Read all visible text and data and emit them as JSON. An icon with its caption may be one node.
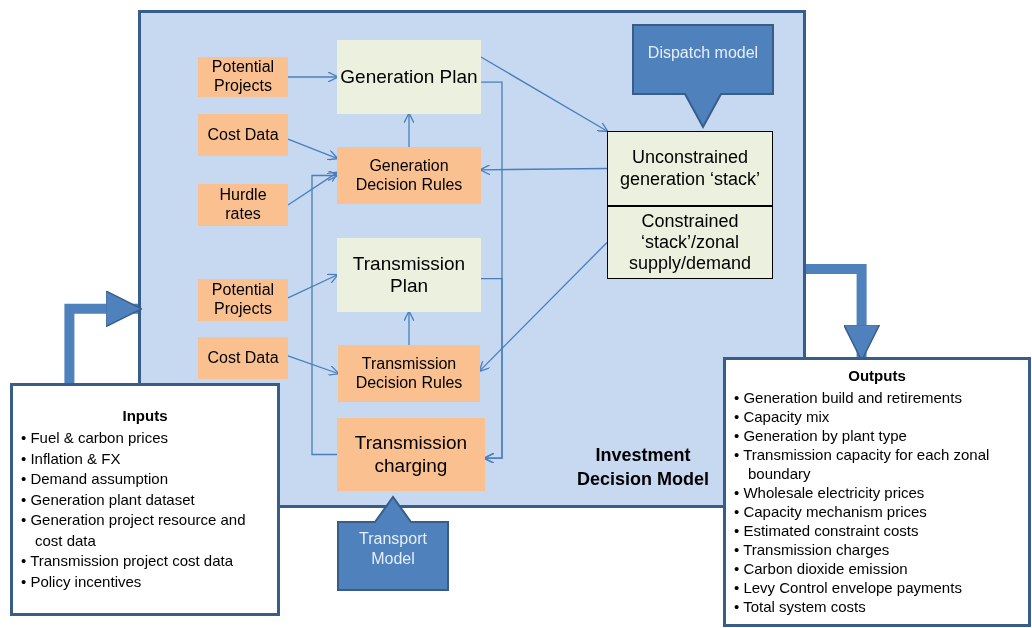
{
  "diagram": {
    "nodes": [
      {
        "text": [
          "Investment Decision Model"
        ]
      },
      {
        "text": [
          "Potential Projects"
        ],
        "in": 0
      },
      {
        "text": [
          "Cost Data"
        ],
        "in": 0
      },
      {
        "text": [
          "Hurdle rates"
        ],
        "in": 0
      },
      {
        "text": [
          "Generation Plan"
        ],
        "in": 0
      },
      {
        "text": [
          "Generation Decision Rules"
        ],
        "in": 0
      },
      {
        "text": [
          "Potential Projects"
        ],
        "in": 0
      },
      {
        "text": [
          "Cost Data"
        ],
        "in": 0
      },
      {
        "text": [
          "Transmission Plan"
        ],
        "in": 0
      },
      {
        "text": [
          "Transmission Decision Rules"
        ],
        "in": 0
      },
      {
        "text": [
          "Transmission charging"
        ],
        "in": 0
      },
      {
        "text": [
          "Dispatch model"
        ],
        "in": 0
      },
      {
        "text": [
          "Unconstrained generation ‘stack’"
        ],
        "in": 0
      },
      {
        "text": [
          "Constrained ‘stack’/zonal supply/demand"
        ],
        "in": 0
      },
      {
        "text": [
          "Transport Model"
        ]
      },
      {
        "text": [
          "Inputs",
          "• Fuel & carbon prices",
          "• Inflation  & FX",
          "• Demand assumption",
          "• Generation plant dataset",
          "• Generation project resource and cost data",
          "• Transmission project cost data",
          "• Policy incentives"
        ]
      },
      {
        "text": [
          "Outputs",
          "• Generation build and retirements",
          "• Capacity mix",
          "• Generation by plant type",
          "• Transmission capacity for each zonal boundary",
          "• Wholesale electricity prices",
          "• Capacity mechanism prices",
          "• Estimated constraint costs",
          "• Transmission charges",
          "• Carbon dioxide emission",
          "• Levy Control envelope  payments",
          "• Total system costs"
        ]
      }
    ],
    "edges": [
      {
        "from": 1,
        "to": 4,
        "arrow": "to"
      },
      {
        "from": 2,
        "to": 5,
        "arrow": "to"
      },
      {
        "from": 3,
        "to": 5,
        "arrow": "to"
      },
      {
        "from": 5,
        "to": 4,
        "arrow": "to"
      },
      {
        "from": 4,
        "to": 12,
        "arrow": "to"
      },
      {
        "from": 12,
        "to": 5,
        "arrow": "to"
      },
      {
        "from": 6,
        "to": 8,
        "arrow": "to"
      },
      {
        "from": 7,
        "to": 9,
        "arrow": "to"
      },
      {
        "from": 9,
        "to": 8,
        "arrow": "to"
      },
      {
        "from": 13,
        "to": 9,
        "arrow": "to"
      },
      {
        "from": 4,
        "to": 10,
        "arrow": "to"
      },
      {
        "from": 8,
        "to": 10,
        "arrow": "to"
      },
      {
        "from": 10,
        "to": 5,
        "arrow": "to"
      },
      {
        "from": 15,
        "to": 0,
        "arrow": "to",
        "style": "thick"
      },
      {
        "from": 0,
        "to": 16,
        "arrow": "to",
        "style": "thick"
      }
    ]
  }
}
